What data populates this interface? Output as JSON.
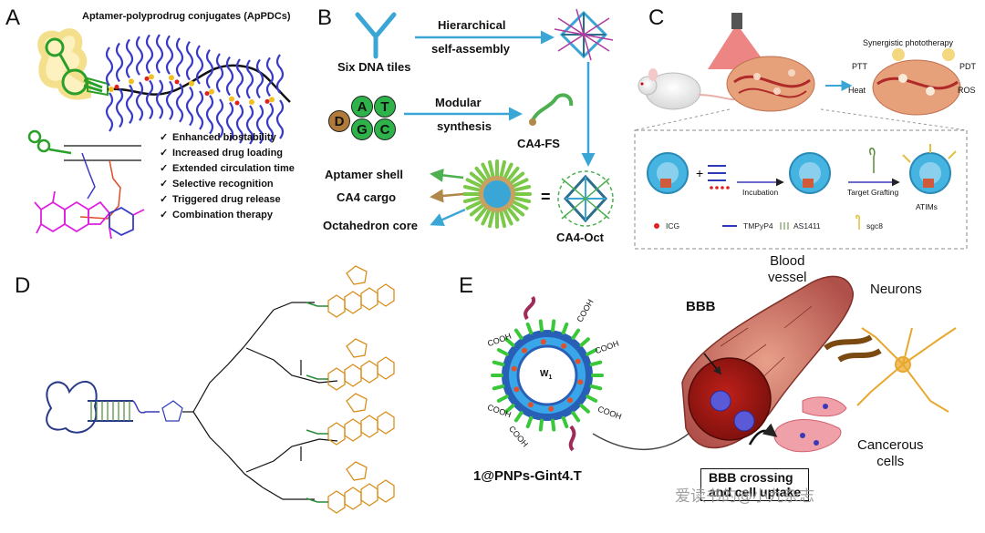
{
  "panels": {
    "A": {
      "letter": "A",
      "title": "Aptamer-polyprodrug conjugates (ApPDCs)",
      "features": [
        "Enhanced biostability",
        "Increased drug loading",
        "Extended circulation time",
        "Selective recognition",
        "Triggered drug release",
        "Combination therapy"
      ],
      "check_mark": "✓"
    },
    "B": {
      "letter": "B",
      "tiles_label": "Six DNA tiles",
      "arrow1_line1": "Hierarchical",
      "arrow1_line2": "self-assembly",
      "nucleotides": [
        "D",
        "A",
        "T",
        "G",
        "C"
      ],
      "arrow2_line1": "Modular",
      "arrow2_line2": "synthesis",
      "fs_label": "CA4-FS",
      "shell_label": "Aptamer shell",
      "cargo_label": "CA4 cargo",
      "core_label": "Octahedron core",
      "equals": "=",
      "oct_label": "CA4-Oct"
    },
    "C": {
      "letter": "C",
      "therapy_title": "Synergistic phototherapy",
      "ptt": "PTT",
      "pdt": "PDT",
      "heat": "Heat",
      "ros": "ROS",
      "incubation": "Incubation",
      "target_grafting": "Target Grafting",
      "atims": "ATIMs",
      "legend": [
        "ICG",
        "TMPyP4",
        "AS1411",
        "sgc8"
      ]
    },
    "D": {
      "letter": "D"
    },
    "E": {
      "letter": "E",
      "blood_vessel": "Blood\nvessel",
      "neurons": "Neurons",
      "bbb": "BBB",
      "w1": "W",
      "w1_sub": "1",
      "cooh": "COOH",
      "nanoparticle_label": "1@PNPs-Gint4.T",
      "cancerous_cells": "Cancerous\ncells",
      "bbb_crossing": "BBB crossing",
      "cell_uptake": "and cell uptake"
    },
    "watermark": "爱读书的@小九杂志"
  },
  "colors": {
    "aptamer_green": "#2aa02a",
    "polymer_blue": "#3a3ac8",
    "drug_magenta": "#e020e0",
    "drug_orange": "#d98e1a",
    "arrow_blue": "#3aa6d6",
    "vessel_red": "#a0302a",
    "nucleotide_green": "#2db34a",
    "nucleotide_brown": "#b07a3a"
  }
}
